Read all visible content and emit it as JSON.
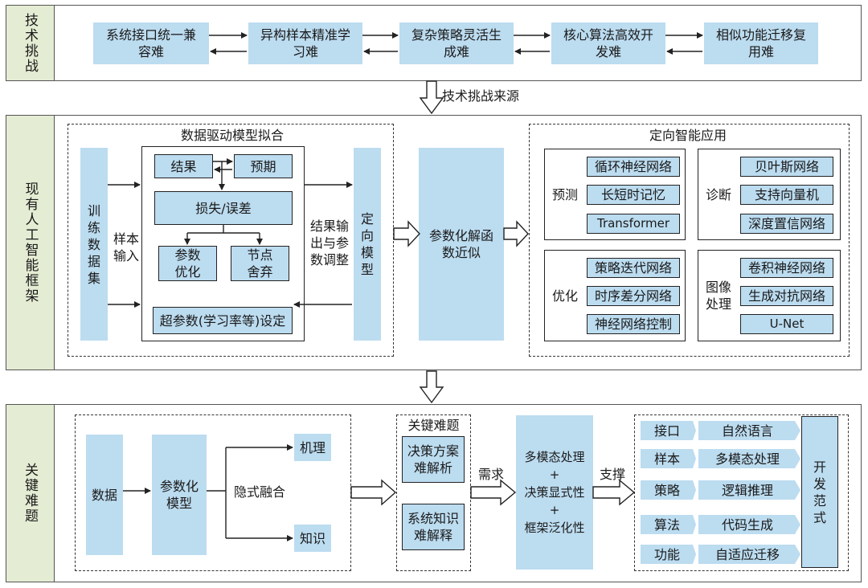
{
  "challenges": {
    "side": "技术挑战",
    "items": [
      "系统接口统一兼容难",
      "异构样本精准学习难",
      "复杂策略灵活生成难",
      "核心算法高效开发难",
      "相似功能迁移复用难"
    ],
    "source_label": "技术挑战来源"
  },
  "framework": {
    "side": "现有人工智能框架",
    "fit_title": "数据驱动模型拟合",
    "train_set": "训练数据集",
    "sample_input": "样本输入",
    "result": "结果",
    "expect": "预期",
    "loss": "损失/误差",
    "param_opt": "参数优化",
    "node_drop": "节点舍弃",
    "hyper": "超参数(学习率等)设定",
    "result_out": "结果输出与参数调整",
    "target_model": "定向模型",
    "param_func": "参数化解函数近似",
    "apps_title": "定向智能应用",
    "groups": [
      {
        "label": "预测",
        "items": [
          "循环神经网络",
          "长短时记忆",
          "Transformer"
        ]
      },
      {
        "label": "诊断",
        "items": [
          "贝叶斯网络",
          "支持向量机",
          "深度置信网络"
        ]
      },
      {
        "label": "优化",
        "items": [
          "策略迭代网络",
          "时序差分网络",
          "神经网络控制"
        ]
      },
      {
        "label": "图像处理",
        "items": [
          "卷积神经网络",
          "生成对抗网络",
          "U-Net"
        ]
      }
    ]
  },
  "keyproblems": {
    "side": "关键难题",
    "data": "数据",
    "param_model": "参数化模型",
    "implicit_fusion": "隐式融合",
    "mechanism": "机理",
    "knowledge": "知识",
    "problems_title": "关键难题",
    "problem1": "决策方案难解析",
    "problem2": "系统知识难解释",
    "demand": "需求",
    "multi_modal": "多模态处理",
    "decision_explicit": "决策显式性",
    "framework_general": "框架泛化性",
    "plus": "+",
    "support": "支撑",
    "rows": [
      {
        "k": "接口",
        "v": "自然语言"
      },
      {
        "k": "样本",
        "v": "多模态处理"
      },
      {
        "k": "策略",
        "v": "逻辑推理"
      },
      {
        "k": "算法",
        "v": "代码生成"
      },
      {
        "k": "功能",
        "v": "自适应迁移"
      }
    ],
    "paradigm": "开发范式"
  }
}
